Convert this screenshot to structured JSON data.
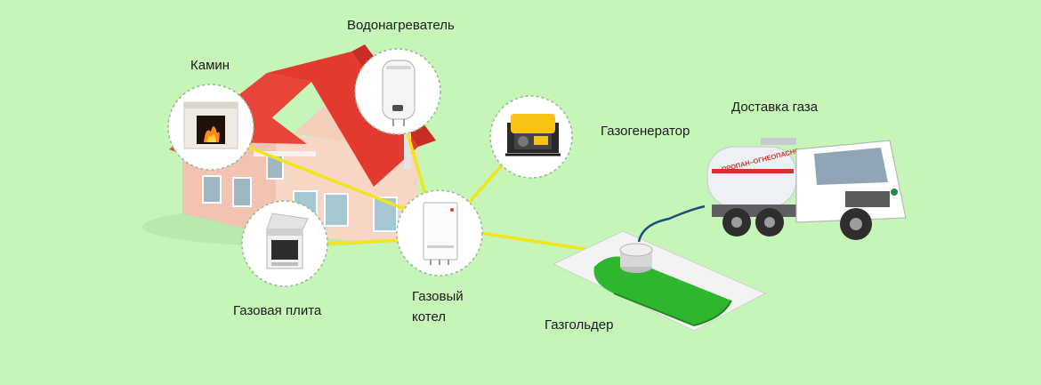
{
  "labels": {
    "water_heater": "Водонагреватель",
    "fireplace": "Камин",
    "generator": "Газогенератор",
    "gas_delivery": "Доставка газа",
    "gas_stove": "Газовая плита",
    "gas_boiler_line1": "Газовый",
    "gas_boiler_line2": "котел",
    "gas_holder": "Газгольдер"
  },
  "truck_tank_text": "ПРОПАН–ОГНЕОПАСНО",
  "colors": {
    "background": "#c6f5b8",
    "connector": "#f2e51a",
    "pipe": "#1d4f7a",
    "roof": "#e8453a",
    "tank": "#2fb62f"
  }
}
